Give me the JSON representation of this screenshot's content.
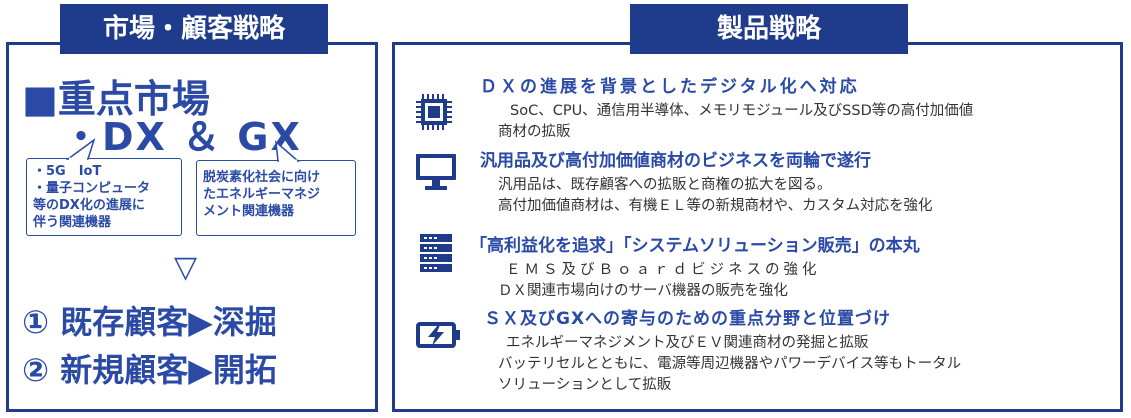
{
  "left": {
    "tab_title": "市場・顧客戦略",
    "heading": "■重点市場",
    "subheading": "・DX ＆ GX",
    "bubble_dx": [
      "・5G　IoT",
      "・量子コンピュータ",
      "等のDX化の進展に",
      "伴う関連機器"
    ],
    "bubble_gx": [
      "脱炭素化社会に向け",
      "たエネルギーマネジ",
      "メント関連機器"
    ],
    "arrow": "▽",
    "strategy_1": "① 既存顧客▶深掘",
    "strategy_2": "② 新規顧客▶開拓"
  },
  "right": {
    "tab_title": "製品戦略",
    "items": [
      {
        "icon": "cpu-chip-icon",
        "headline": "ＤＸの進展を背景としたデジタル化へ対応",
        "lines": [
          "SoC、CPU、通信用半導体、メモリモジュール及びSSD等の高付加価値",
          "商材の拡販"
        ]
      },
      {
        "icon": "monitor-icon",
        "headline": "汎用品及び高付加価値商材のビジネスを両輪で遂行",
        "lines": [
          "汎用品は、既存顧客への拡販と商権の拡大を図る。",
          "高付加価値商材は、有機ＥＬ等の新規商材や、カスタム対応を強化"
        ]
      },
      {
        "icon": "server-rack-icon",
        "headline": "「高利益化を追求」「システムソリューション販売」の本丸",
        "lines": [
          "ＥＭＳ及びＢｏａｒｄビジネスの強化",
          "ＤＸ関連市場向けのサーバ機器の販売を強化"
        ]
      },
      {
        "icon": "battery-charging-icon",
        "headline": "ＳＸ及びGXへの寄与のための重点分野と位置づけ",
        "lines": [
          "エネルギーマネジメント及びＥＶ関連商材の発掘と拡販",
          "バッテリセルとともに、電源等周辺機器やパワーデバイス等もトータル",
          "ソリューションとして拡販"
        ]
      }
    ]
  },
  "colors": {
    "navy": "#1e3b8c",
    "blue_text": "#2a4aa6",
    "body_text": "#333333"
  }
}
